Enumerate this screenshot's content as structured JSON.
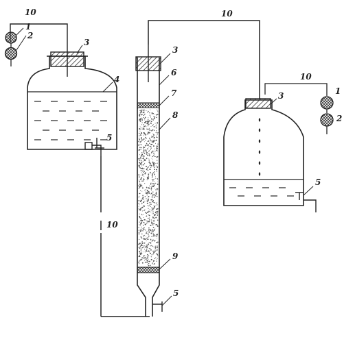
{
  "labels": {
    "hood_ring": "1",
    "hood_bulb": "2",
    "stopper": "3",
    "solution_level": "4",
    "stopcock": "5",
    "column_top": "6",
    "filter_top": "7",
    "resin_bed": "8",
    "filter_bottom": "9",
    "tubing": "10"
  },
  "colors": {
    "stroke": "#222222",
    "hatch": "#333333",
    "grain": "#555555"
  }
}
